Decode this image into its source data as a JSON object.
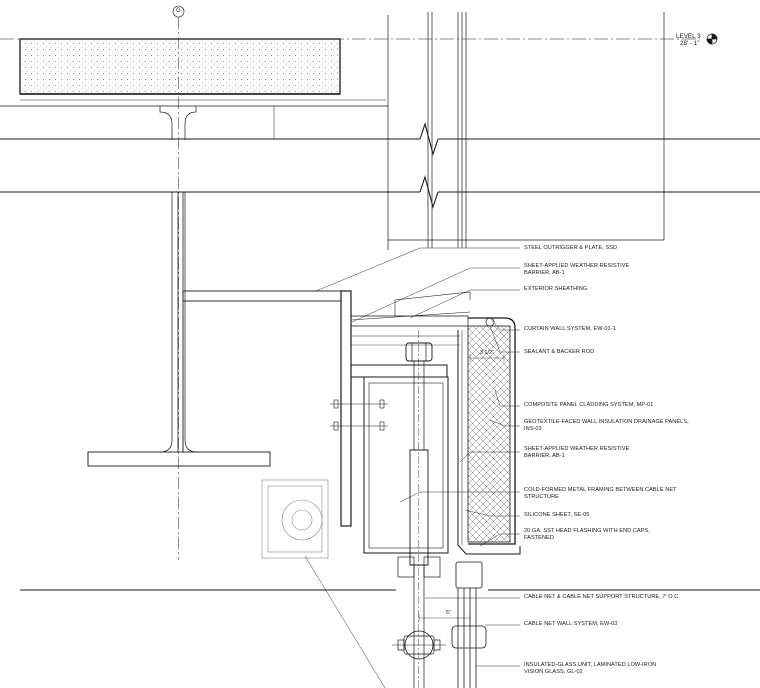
{
  "grid": {
    "bubble": "G"
  },
  "level": {
    "name": "LEVEL 3",
    "elevation": "28' - 1\""
  },
  "dimensions": {
    "joint_width": "3 1/2\"",
    "cable_offset": "5\""
  },
  "notes": [
    [
      "STEEL OUTRIGGER & PLATE, SSD"
    ],
    [
      "SHEET-APPLIED WEATHER RESISTIVE",
      "BARRIER, AB-1"
    ],
    [
      "EXTERIOR SHEATHING"
    ],
    [
      "CURTAIN WALL SYSTEM, EW-01-1"
    ],
    [
      "SEALANT & BACKER ROD"
    ],
    [
      "COMPOSITE PANEL CLADDING SYSTEM, MP-01"
    ],
    [
      "GEOTEXTILE-FACED WALL INSULATION DRAINAGE PANELS,",
      "INS-03"
    ],
    [
      "SHEET-APPLIED WEATHER RESISTIVE",
      "BARRIER, AB-1"
    ],
    [
      "COLD-FORMED METAL FRAMING BETWEEN CABLE NET",
      "STRUCTURE"
    ],
    [
      "SILICONE SHEET, SE-05"
    ],
    [
      "20 GA. SST HEAD FLASHING WITH END CAPS,",
      "FASTENED"
    ],
    [
      "CABLE NET & CABLE NET SUPPORT STRUCTURE, 7' O.C."
    ],
    [
      "CABLE NET WALL SYSTEM, EW-03"
    ],
    [
      "INSULATED-GLASS UNIT, LAMINATED LOW-IRON",
      "VISION GLASS, GL-02"
    ]
  ],
  "colors": {
    "ink": "#1a1a1a",
    "hatch": "#6a6a6a",
    "paper": "#ffffff"
  }
}
